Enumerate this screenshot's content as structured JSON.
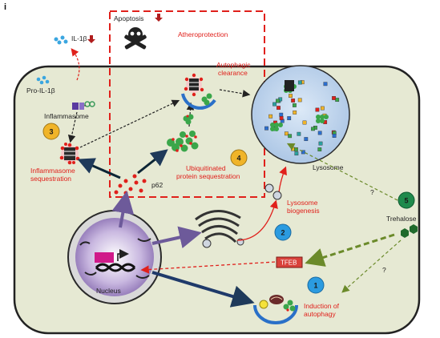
{
  "panel_letter": "i",
  "top_box": {
    "apoptosis": "Apoptosis",
    "atheroprotection": "Atheroprotection"
  },
  "cytokines": {
    "il1b": "IL-1β",
    "pro_il1b": "Pro-IL-1β"
  },
  "labels": {
    "inflammasome": "Inflammasome",
    "inflammasome_sequestration": "Inflammasome\nsequestration",
    "p62": "p62",
    "ubiquitinated": "Ubiquitinated\nprotein sequestration",
    "autophagic_clearance": "Autophagic\nclearance",
    "lysosome": "Lysosome",
    "lysosome_biogenesis": "Lysosome\nbiogenesis",
    "nucleus": "Nucleus",
    "tfeb": "TFEB",
    "trehalose": "Trehalose",
    "induction": "Induction of\nautophagy",
    "question": "?"
  },
  "steps": [
    "1",
    "2",
    "3",
    "4",
    "5"
  ],
  "colors": {
    "cell_fill": "#e8ebd8",
    "red": "#e0201b",
    "step_orange": "#f0b429",
    "step_blue": "#2b9be0",
    "step_green": "#1f8a4c",
    "lysosome_fill": "#c4d8ef",
    "nucleus_fill": "#a48ac4"
  }
}
